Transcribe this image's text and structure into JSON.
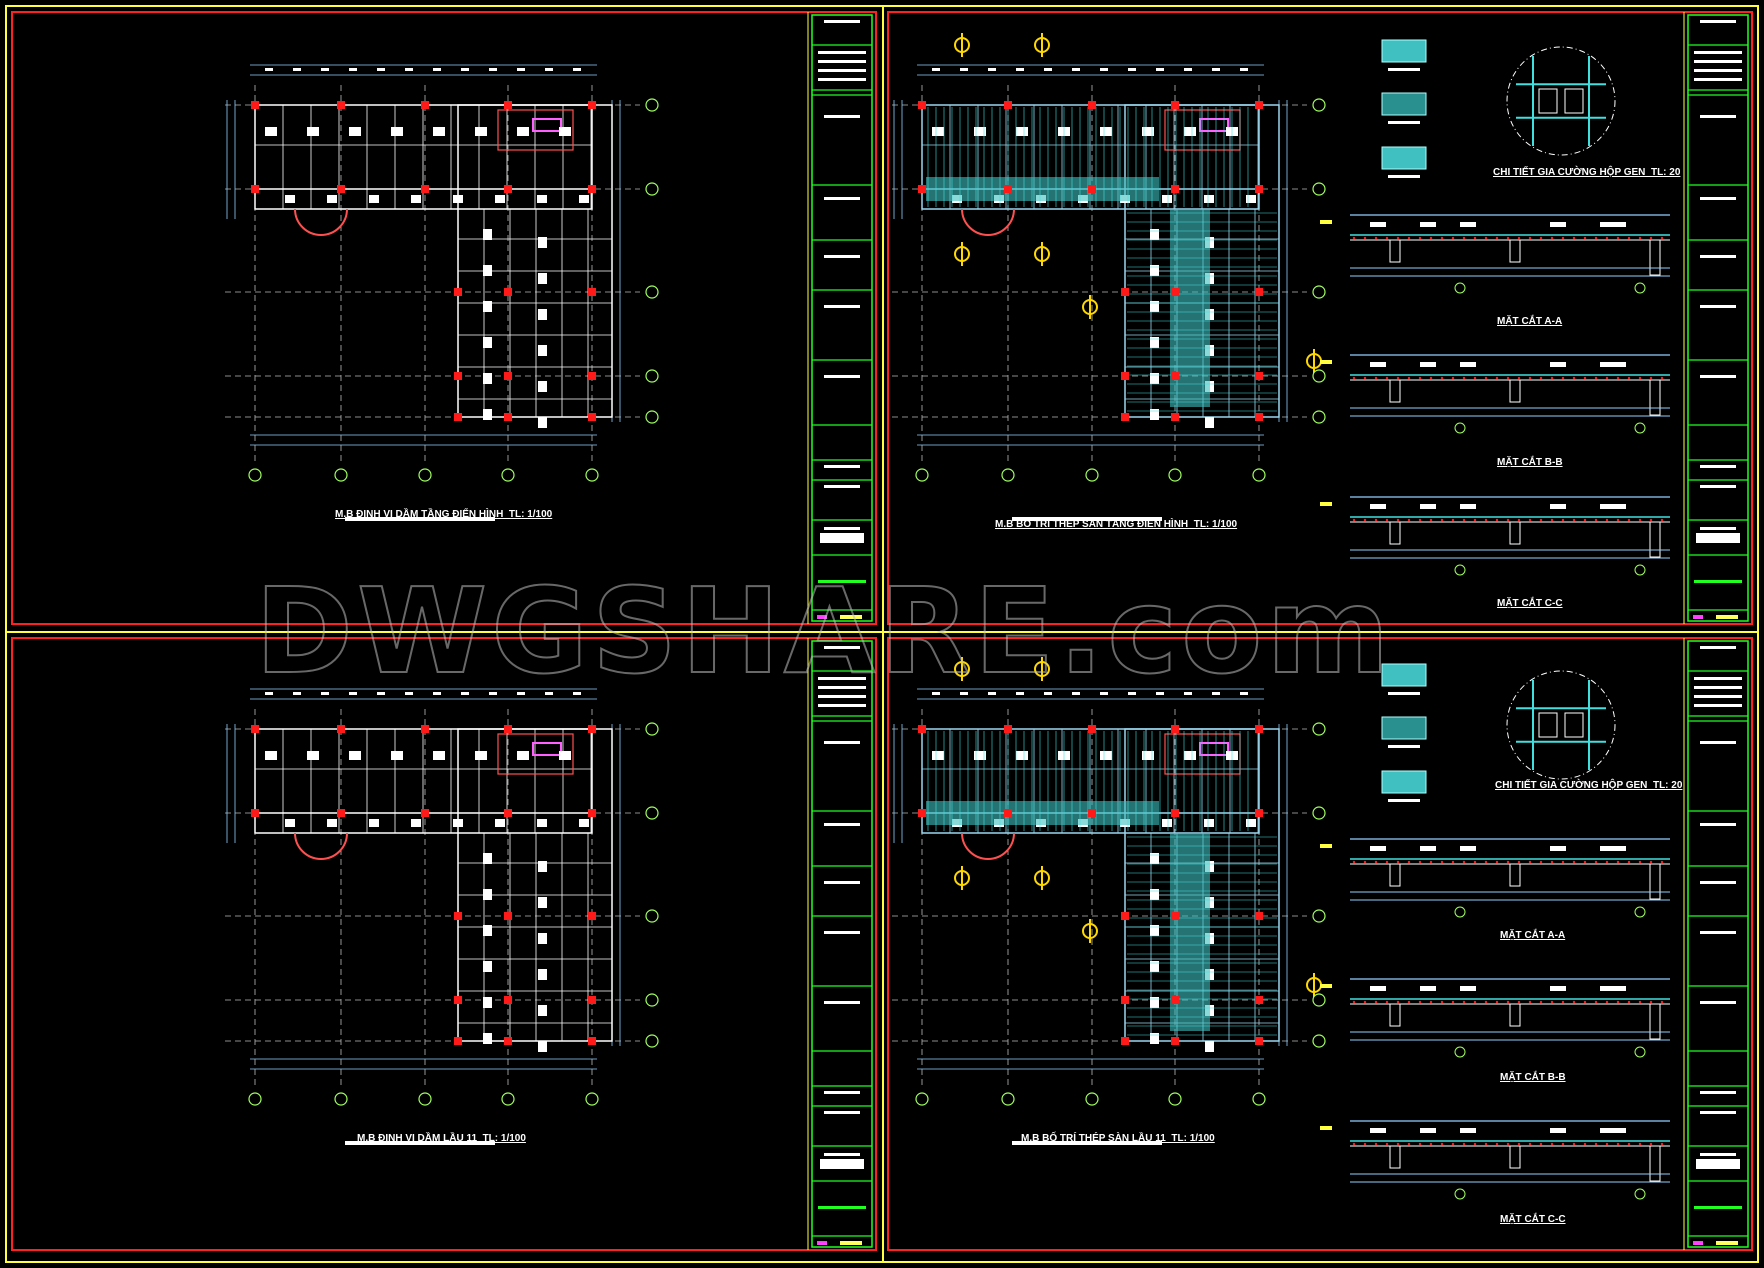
{
  "watermark": "DWGSHARE.com",
  "colors": {
    "sheet_border": "#ff2020",
    "outer_border": "#ffff40",
    "title_block": "#20ff20",
    "beam": "#ffffff",
    "column": "#ff1a1a",
    "slab_rebar": "#40e0e0",
    "grid_bubble": "#a0ff60",
    "axis_marker": "#ffd800"
  },
  "sheets": [
    {
      "plan_title": "M.B ĐỊNH VỊ DẦM TẦNG ĐIỂN HÌNH_TL: 1/100"
    },
    {
      "plan_title": "M.B BỐ TRÍ THÉP SÀN TẦNG ĐIỂN HÌNH_TL: 1/100",
      "detail_title": "CHI TIẾT GIA CƯỜNG HỘP GEN_TL: 20",
      "sections": [
        "MẶT CẮT A-A",
        "MẶT CẮT B-B",
        "MẶT CẮT C-C"
      ]
    },
    {
      "plan_title": "M.B ĐỊNH VỊ DẦM LẦU 11_TL: 1/100"
    },
    {
      "plan_title": "M.B BỐ TRÍ THÉP SÀN LẦU 11_TL: 1/100",
      "detail_title": "CHI TIẾT GIA CƯỜNG HỘP GEN_TL: 20",
      "sections": [
        "MẶT CẮT A-A",
        "MẶT CẮT B-B",
        "MẶT CẮT C-C"
      ]
    }
  ]
}
